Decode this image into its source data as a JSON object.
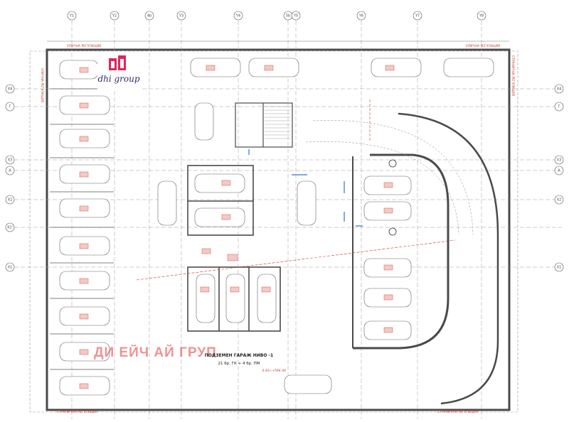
{
  "grid": {
    "top_labels": [
      "Y1",
      "Y2",
      "4b",
      "Y3",
      "Y4",
      "5b",
      "Y5",
      "Y6",
      "Y7",
      "Y8"
    ],
    "left_labels": [
      "X4",
      "Г",
      "X3",
      "A",
      "X2",
      "X2'",
      "X1"
    ],
    "right_labels": [
      "X4",
      "Г",
      "X3",
      "A",
      "X2",
      "X1"
    ]
  },
  "logo": {
    "text": "dhi group",
    "mark_color": "#e0245e",
    "text_color": "#2b2f6b"
  },
  "watermark": "ДИ ЕЙЧ АЙ ГРУП",
  "title": {
    "line1": "ПОДЗЕМЕН ГАРАЖ НИВО -1",
    "line2": "21 бр. ГК + 4 бр. ПМ"
  },
  "elevation": "-3.40=+594.40",
  "regulation_labels": {
    "top_left": "УЛИЧНА РЕГУЛАЦИЯ",
    "top_right": "УЛИЧНА РЕГУЛАЦИЯ",
    "bottom_left": "СТРАНИЧНА РЕГУЛАЦИЯ",
    "bottom_right": "СТРАНИЧНА РЕГУЛАЦИЯ",
    "left": "УЛИЧНА РЕГУЛАЦИЯ",
    "right": "СТРАНИЧНА РЕГУЛАЦИЯ"
  },
  "colors": {
    "walls": "#4a4a4a",
    "grid": "#9a9a9a",
    "accent_red": "#c0392b",
    "blue": "#3a6fd8"
  }
}
